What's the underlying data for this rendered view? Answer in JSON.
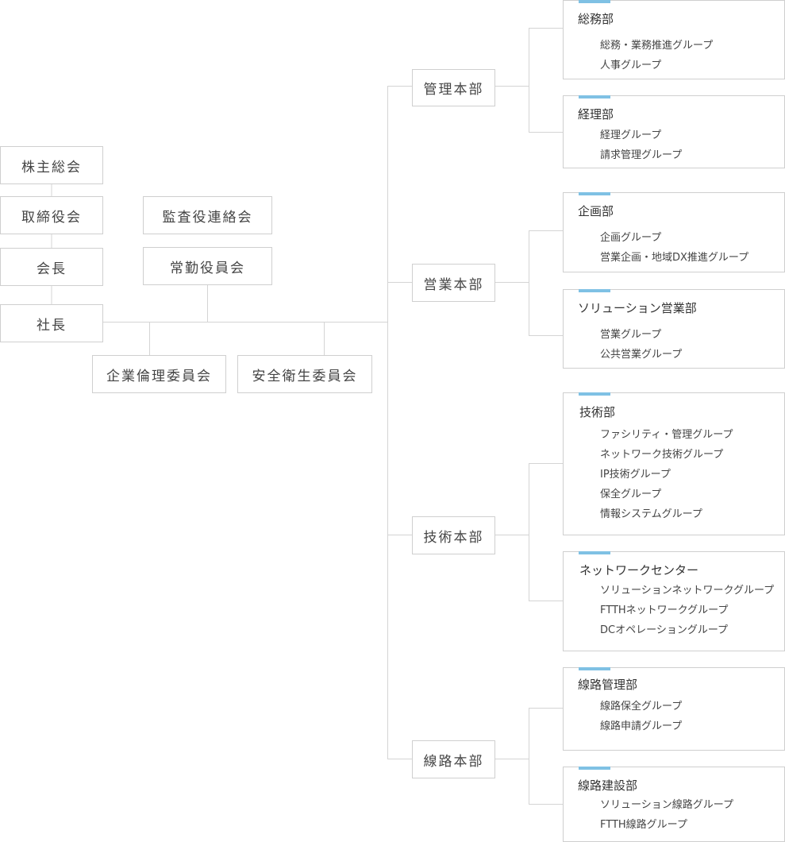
{
  "governance": {
    "shareholders": "株主総会",
    "board": "取締役会",
    "chairman": "会長",
    "president": "社長",
    "audit_liaison": "監査役連絡会",
    "full_time_auditors": "常勤役員会",
    "ethics_committee": "企業倫理委員会",
    "safety_committee": "安全衛生委員会"
  },
  "divisions": [
    {
      "name": "管理本部",
      "departments": [
        {
          "name": "総務部",
          "groups": [
            "総務・業務推進グループ",
            "人事グループ"
          ]
        },
        {
          "name": "経理部",
          "groups": [
            "経理グループ",
            "請求管理グループ"
          ]
        }
      ]
    },
    {
      "name": "営業本部",
      "departments": [
        {
          "name": "企画部",
          "groups": [
            "企画グループ",
            "営業企画・地域DX推進グループ"
          ]
        },
        {
          "name": "ソリューション営業部",
          "groups": [
            "営業グループ",
            "公共営業グループ"
          ]
        }
      ]
    },
    {
      "name": "技術本部",
      "departments": [
        {
          "name": "技術部",
          "groups": [
            "ファシリティ・管理グループ",
            "ネットワーク技術グループ",
            "IP技術グループ",
            "保全グループ",
            "情報システムグループ"
          ]
        },
        {
          "name": "ネットワークセンター",
          "groups": [
            "ソリューションネットワークグループ",
            "FTTHネットワークグループ",
            "DCオペレーショングループ"
          ]
        }
      ]
    },
    {
      "name": "線路本部",
      "departments": [
        {
          "name": "線路管理部",
          "groups": [
            "線路保全グループ",
            "線路申請グループ"
          ]
        },
        {
          "name": "線路建設部",
          "groups": [
            "ソリューション線路グループ",
            "FTTH線路グループ"
          ]
        }
      ]
    }
  ],
  "colors": {
    "line": "#d4d4d4",
    "border": "#cfcfcf",
    "accent": "#7fc1e4"
  }
}
